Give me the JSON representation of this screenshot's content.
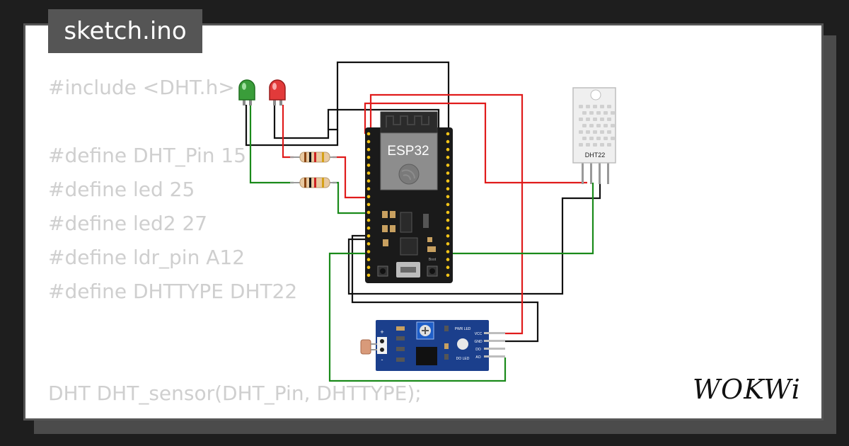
{
  "tab": {
    "filename": "sketch.ino"
  },
  "code": {
    "lines": [
      "#include <DHT.h>",
      "",
      "#define DHT_Pin 15",
      "#define led 25",
      "#define led2 27",
      "#define ldr_pin A12",
      "#define DHTTYPE DHT22",
      "",
      "",
      "DHT DHT_sensor(DHT_Pin, DHTTYPE);"
    ]
  },
  "board": {
    "label": "ESP32",
    "boot_label": "Boot"
  },
  "sensor": {
    "label": "DHT22"
  },
  "ldr_module": {
    "pins": [
      "VCC",
      "GND",
      "DO",
      "AO"
    ],
    "led_labels": [
      "PWR LED",
      "DO LED"
    ],
    "plus": "+",
    "minus": "-"
  },
  "brand": {
    "logo_text": "WOKWi"
  },
  "colors": {
    "wire_red": "#e01b1b",
    "wire_green": "#1a8a1a",
    "wire_black": "#111111",
    "board": "#1a1a1a",
    "module": "#1b3f8c",
    "code_text": "#cfcfcf",
    "tab_bg": "#555555"
  }
}
